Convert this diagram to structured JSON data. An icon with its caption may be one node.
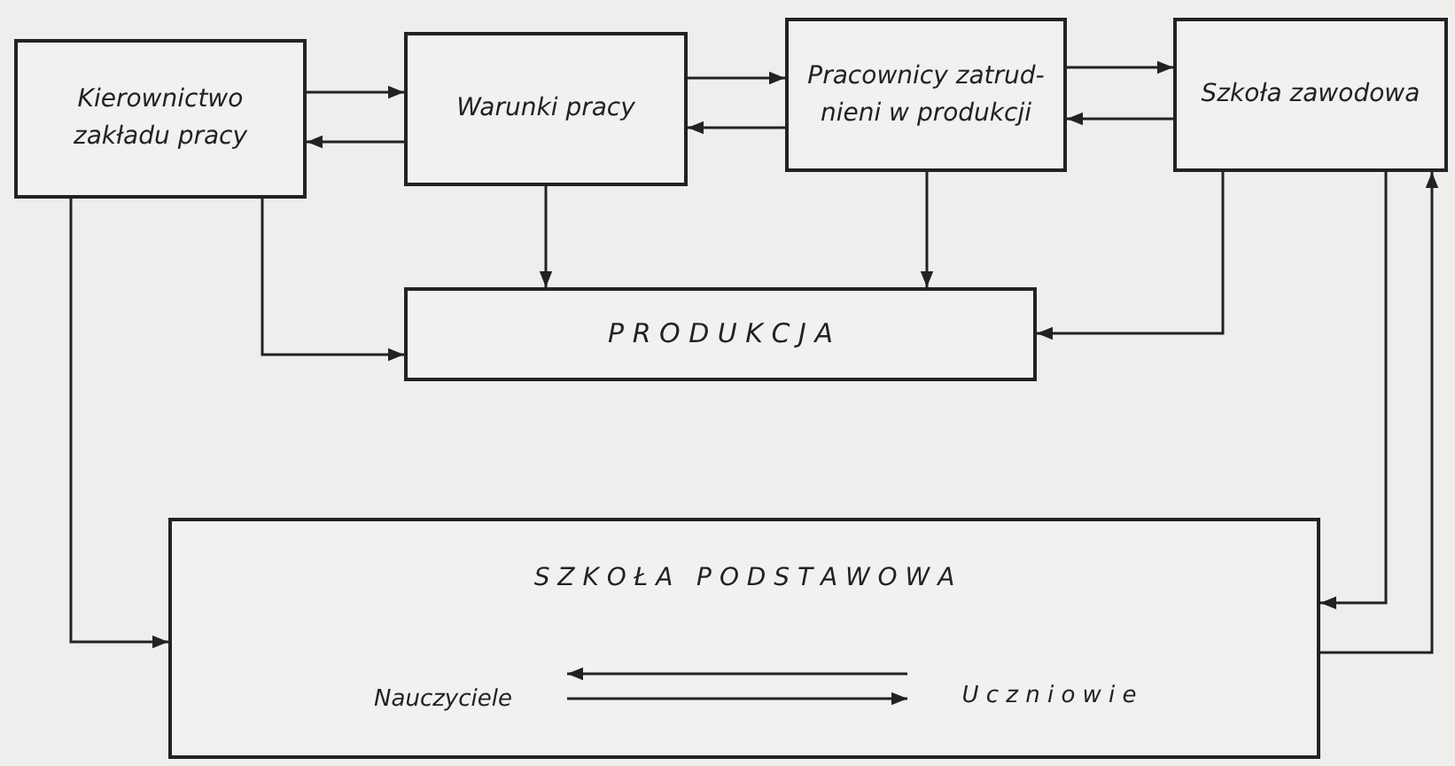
{
  "diagram": {
    "nodes": [
      {
        "text": [
          "Kierownictwo zakładu pracy"
        ]
      },
      {
        "text": [
          "Warunki pracy"
        ]
      },
      {
        "text": [
          "Pracownicy zatrud- nieni w produkcji"
        ]
      },
      {
        "text": [
          "Szkoła zawodowa"
        ]
      },
      {
        "text": [
          "P R O D U K C J A"
        ]
      },
      {
        "text": [
          "S Z K O Ł A   P O D S T A W O W A"
        ]
      },
      {
        "text": [
          "Nauczyciele"
        ],
        "in": 5
      },
      {
        "text": [
          "U c z n i o w i e"
        ],
        "in": 5
      }
    ],
    "edges": [
      {
        "from": 0,
        "to": 1,
        "arrow": "to"
      },
      {
        "from": 1,
        "to": 0,
        "arrow": "to"
      },
      {
        "from": 1,
        "to": 2,
        "arrow": "to"
      },
      {
        "from": 2,
        "to": 1,
        "arrow": "to"
      },
      {
        "from": 2,
        "to": 3,
        "arrow": "to"
      },
      {
        "from": 3,
        "to": 2,
        "arrow": "to"
      },
      {
        "from": 1,
        "to": 4,
        "arrow": "to"
      },
      {
        "from": 2,
        "to": 4,
        "arrow": "to"
      },
      {
        "from": 0,
        "to": 4,
        "arrow": "to"
      },
      {
        "from": 3,
        "to": 4,
        "arrow": "to"
      },
      {
        "from": 0,
        "to": 5,
        "arrow": "to"
      },
      {
        "from": 3,
        "to": 5,
        "arrow": "to"
      },
      {
        "from": 5,
        "to": 3,
        "arrow": "to"
      },
      {
        "from": 7,
        "to": 6,
        "arrow": "to"
      },
      {
        "from": 6,
        "to": 7,
        "arrow": "to"
      }
    ]
  }
}
